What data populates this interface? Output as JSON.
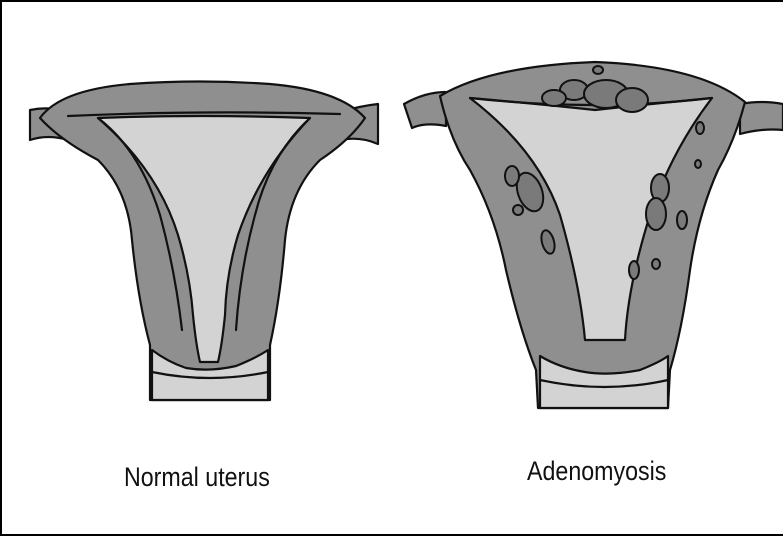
{
  "figure": {
    "captions": {
      "left": "Normal uterus",
      "right": "Adenomyosis"
    }
  },
  "colors": {
    "myometrium": "#8f8f8f",
    "cavity": "#d3d3d3",
    "lesion": "#7a7a7a",
    "outline": "#111111",
    "border": "#000000"
  },
  "icons": {
    "left_panel": "normal-uterus-illustration",
    "right_panel": "adenomyosis-uterus-illustration"
  }
}
